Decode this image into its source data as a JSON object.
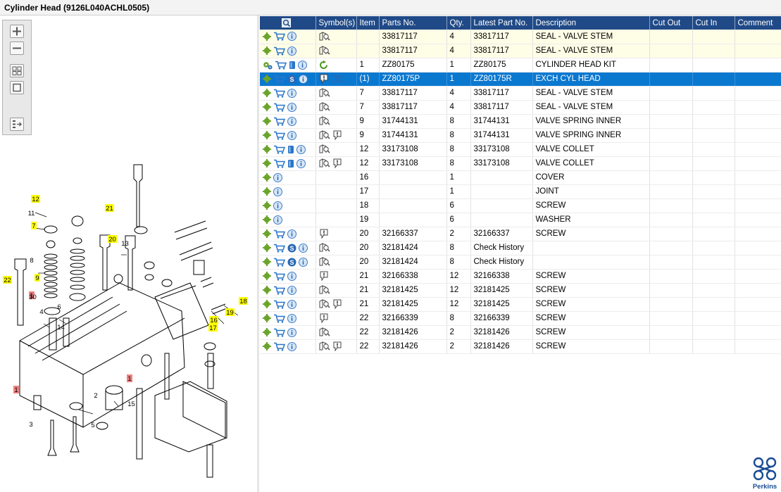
{
  "window": {
    "title": "Cylinder Head (9126L040ACHL0505)"
  },
  "toolbar": {
    "buttons": [
      {
        "icon": "zoom-in-icon"
      },
      {
        "icon": "zoom-out-icon"
      },
      {
        "icon": "fit-page-icon"
      },
      {
        "icon": "actual-size-icon"
      },
      {
        "icon": "export-icon"
      }
    ]
  },
  "diagram": {
    "callouts_yellow": [
      "12",
      "7",
      "21",
      "20",
      "22",
      "9",
      "18",
      "16",
      "17",
      "19"
    ],
    "callouts_red": [
      "1",
      "1",
      "1"
    ],
    "callouts_plain": [
      "11",
      "8",
      "13",
      "10",
      "4",
      "6",
      "14",
      "2",
      "3",
      "5",
      "15"
    ]
  },
  "table": {
    "columns": [
      "Symbol(s)",
      "Item",
      "Parts No.",
      "Qty.",
      "Latest Part No.",
      "Description",
      "Cut Out",
      "Cut In",
      "Comment"
    ],
    "rows": [
      {
        "item": "",
        "parts_no": "33817117",
        "qty": "4",
        "latest": "33817117",
        "desc": "SEAL - VALVE STEM"
      },
      {
        "item": "",
        "parts_no": "33817117",
        "qty": "4",
        "latest": "33817117",
        "desc": "SEAL - VALVE STEM"
      },
      {
        "item": "1",
        "parts_no": "ZZ80175",
        "qty": "1",
        "latest": "ZZ80175",
        "desc": "CYLINDER HEAD KIT"
      },
      {
        "item": "(1)",
        "parts_no": "ZZ80175P",
        "qty": "1",
        "latest": "ZZ80175R",
        "desc": "EXCH CYL HEAD"
      },
      {
        "item": "7",
        "parts_no": "33817117",
        "qty": "4",
        "latest": "33817117",
        "desc": "SEAL - VALVE STEM"
      },
      {
        "item": "7",
        "parts_no": "33817117",
        "qty": "4",
        "latest": "33817117",
        "desc": "SEAL - VALVE STEM"
      },
      {
        "item": "9",
        "parts_no": "31744131",
        "qty": "8",
        "latest": "31744131",
        "desc": "VALVE SPRING INNER"
      },
      {
        "item": "9",
        "parts_no": "31744131",
        "qty": "8",
        "latest": "31744131",
        "desc": "VALVE SPRING INNER"
      },
      {
        "item": "12",
        "parts_no": "33173108",
        "qty": "8",
        "latest": "33173108",
        "desc": "VALVE COLLET"
      },
      {
        "item": "12",
        "parts_no": "33173108",
        "qty": "8",
        "latest": "33173108",
        "desc": "VALVE COLLET"
      },
      {
        "item": "16",
        "parts_no": "",
        "qty": "1",
        "latest": "",
        "desc": "COVER"
      },
      {
        "item": "17",
        "parts_no": "",
        "qty": "1",
        "latest": "",
        "desc": "JOINT"
      },
      {
        "item": "18",
        "parts_no": "",
        "qty": "6",
        "latest": "",
        "desc": "SCREW"
      },
      {
        "item": "19",
        "parts_no": "",
        "qty": "6",
        "latest": "",
        "desc": "WASHER"
      },
      {
        "item": "20",
        "parts_no": "32166337",
        "qty": "2",
        "latest": "32166337",
        "desc": "SCREW"
      },
      {
        "item": "20",
        "parts_no": "32181424",
        "qty": "8",
        "latest": "Check History",
        "desc": ""
      },
      {
        "item": "20",
        "parts_no": "32181424",
        "qty": "8",
        "latest": "Check History",
        "desc": ""
      },
      {
        "item": "21",
        "parts_no": "32166338",
        "qty": "12",
        "latest": "32166338",
        "desc": "SCREW"
      },
      {
        "item": "21",
        "parts_no": "32181425",
        "qty": "12",
        "latest": "32181425",
        "desc": "SCREW"
      },
      {
        "item": "21",
        "parts_no": "32181425",
        "qty": "12",
        "latest": "32181425",
        "desc": "SCREW"
      },
      {
        "item": "22",
        "parts_no": "32166339",
        "qty": "8",
        "latest": "32166339",
        "desc": "SCREW"
      },
      {
        "item": "22",
        "parts_no": "32181426",
        "qty": "2",
        "latest": "32181426",
        "desc": "SCREW"
      },
      {
        "item": "22",
        "parts_no": "32181426",
        "qty": "2",
        "latest": "32181426",
        "desc": "SCREW"
      }
    ]
  },
  "brand": {
    "name": "Perkins",
    "color": "#1a4c95"
  },
  "colors": {
    "header": "#204a87",
    "selected_row": "#0b78d0",
    "highlight_row": "#fefde6",
    "callout_yellow": "#ffff00",
    "callout_red": "#f08080"
  }
}
